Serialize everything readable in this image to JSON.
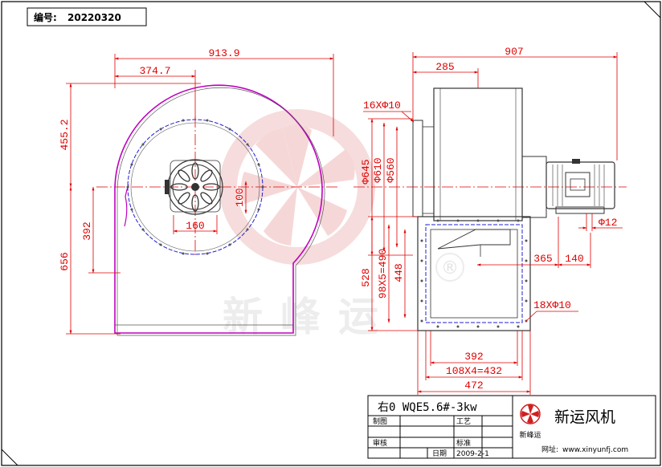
{
  "drawing_code": {
    "label": "编号:",
    "value": "20220320"
  },
  "dims_front": {
    "overall_width": "913.9",
    "inlet_offset": "374.7",
    "upper_height": "455.2",
    "lower_height": "392",
    "total_height": "656",
    "hub_width": "160",
    "hub_height": "100"
  },
  "dims_side": {
    "total_length": "907",
    "housing_width": "285",
    "flange_holes": "16XΦ10",
    "dia_645": "Φ645",
    "dia_610": "Φ610",
    "dia_560": "Φ560",
    "shaft_dia": "Φ12",
    "offset_365": "365",
    "offset_140": "140",
    "outlet_528": "528",
    "outlet_bolt_pitch_v": "98X5=490",
    "outlet_448": "448",
    "outlet_holes": "18XΦ10",
    "outlet_392": "392",
    "outlet_bolt_pitch_h": "108X4=432",
    "outlet_472": "472"
  },
  "watermark": {
    "text": "新峰运",
    "registered": "®"
  },
  "title_block": {
    "model": "右0 WQE5.6#-3kw",
    "brand_name": "新运风机",
    "logo_caption": "新峰运",
    "rows": [
      {
        "left_label": "制图",
        "mid_label": "工艺"
      },
      {
        "left_label": "审核",
        "mid_label": "标准"
      }
    ],
    "date_label": "日期",
    "date_value": "2009-2-1",
    "website_label": "网址:",
    "website": "www.xinyunfj.com"
  },
  "colors": {
    "dimension": "#e00000",
    "housing": "#c000c0",
    "bolt_circle": "#2020d0",
    "outline": "#000000",
    "watermark": "#f2c8c8"
  }
}
